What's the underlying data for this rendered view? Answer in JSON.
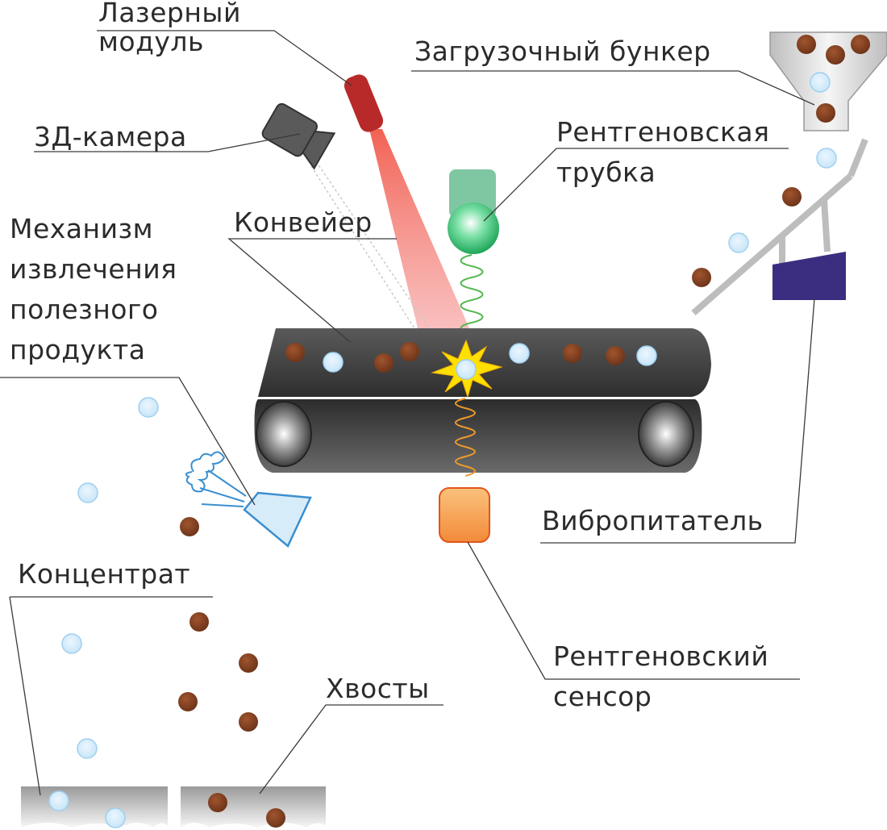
{
  "labels": {
    "laser_module": [
      "Лазерный",
      "модуль"
    ],
    "camera_3d": "3Д-камера",
    "loading_hopper": "Загрузочный бункер",
    "xray_tube": [
      "Рентгеновская",
      "трубка"
    ],
    "conveyor": "Конвейер",
    "extraction_mechanism": [
      "Механизм",
      "извлечения",
      "полезного",
      "продукта"
    ],
    "vibro_feeder": "Вибропитатель",
    "concentrate": "Концентрат",
    "xray_sensor": [
      "Рентгеновский",
      "сенсор"
    ],
    "tailings": "Хвосты"
  },
  "colors": {
    "ore_particle": "#7a3b1e",
    "valuable_particle": "#cfe9f9",
    "conveyor_belt": "#3c3c3c",
    "laser_module": "#b82a2a",
    "laser_beam": "#f07060",
    "camera": "#5a5a5a",
    "xray_tube": "#3cc07a",
    "xray_sensor": "#f5a04a",
    "vibro_feeder": "#3b2d80",
    "air_nozzle": "#3a8fd0",
    "chute": "#bdbdbd",
    "flash": "#ffe000"
  }
}
